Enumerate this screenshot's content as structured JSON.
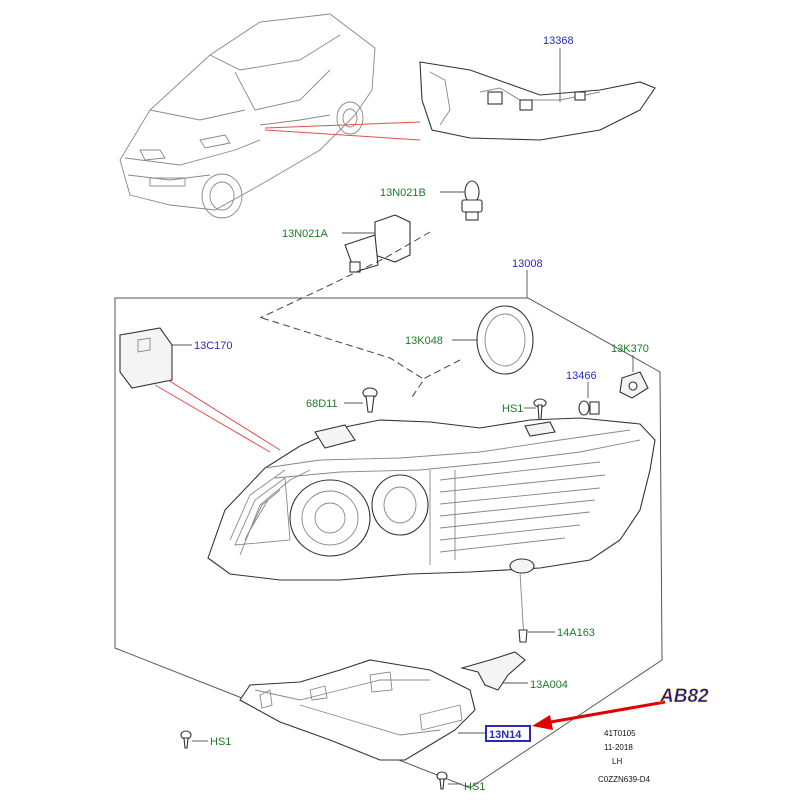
{
  "parts": {
    "p13368": "13368",
    "p13N021B": "13N021B",
    "p13N021A": "13N021A",
    "p13008": "13008",
    "p13C170": "13C170",
    "p13K048": "13K048",
    "p13K370": "13K370",
    "p13466": "13466",
    "p68D11": "68D11",
    "hs1_upper": "HS1",
    "p14A163": "14A163",
    "p13A004": "13A004",
    "hs1_lower": "HS1",
    "p13N14": "13N14",
    "hs1_bottom": "HS1"
  },
  "callout": {
    "code": "AB82"
  },
  "drawing_info": {
    "line1": "41T0105",
    "line2": "11-2018",
    "line3": "LH",
    "line4": "C0ZZN639-D4"
  },
  "colors": {
    "blue_label": "#2a2ab8",
    "green_label": "#1d7a2a",
    "highlight_box": "#2a2ab8",
    "arrow": "#e00000",
    "callout_text": "#1a1a8a"
  }
}
